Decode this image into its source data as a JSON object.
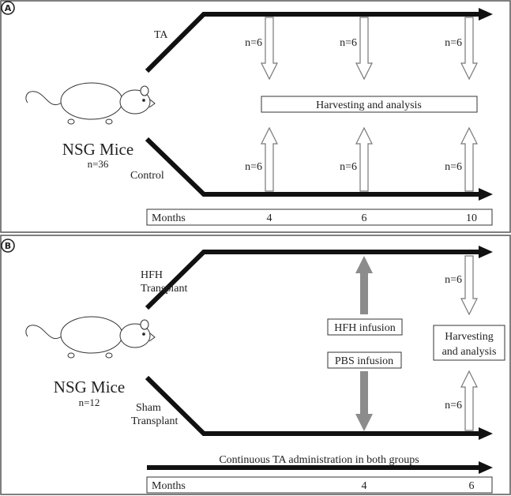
{
  "panel_a": {
    "letter": "A",
    "mice_title": "NSG Mice",
    "mice_count": "n=36",
    "group_top": "TA",
    "group_bottom": "Control",
    "arrow_top_labels": [
      "n=6",
      "n=6",
      "n=6"
    ],
    "arrow_bottom_labels": [
      "n=6",
      "n=6",
      "n=6"
    ],
    "analysis_box": "Harvesting and analysis",
    "timeline_label": "Months",
    "timeline_ticks": [
      "4",
      "6",
      "10"
    ]
  },
  "panel_b": {
    "letter": "B",
    "mice_title": "NSG Mice",
    "mice_count": "n=12",
    "group_top_line1": "HFH",
    "group_top_line2": "Transplant",
    "group_bottom_line1": "Sham",
    "group_bottom_line2": "Transplant",
    "infusion_top": "HFH infusion",
    "infusion_bottom": "PBS infusion",
    "arrow_top_label": "n=6",
    "arrow_bottom_label": "n=6",
    "analysis_line1": "Harvesting",
    "analysis_line2": "and analysis",
    "continuous_label": "Continuous TA administration in both groups",
    "timeline_label": "Months",
    "timeline_ticks": [
      "4",
      "6"
    ]
  },
  "colors": {
    "line": "#111111",
    "gray_arrow": "#8c8c8c",
    "outline": "#555555"
  }
}
